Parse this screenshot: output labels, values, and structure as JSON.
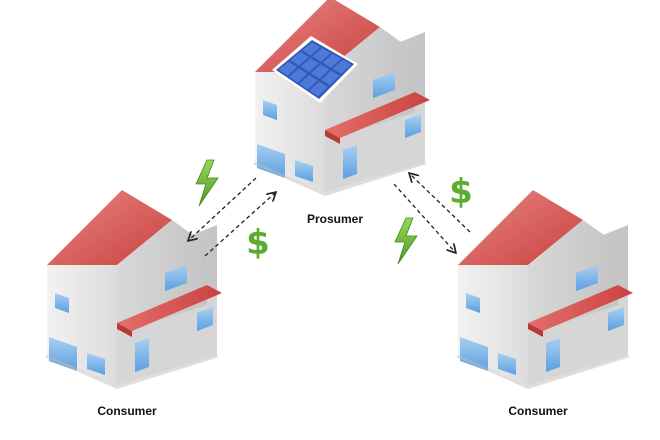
{
  "labels": {
    "prosumer": "Prosumer",
    "consumer_left": "Consumer",
    "consumer_right": "Consumer"
  },
  "icons": {
    "money": "$",
    "energy": "lightning-bolt-icon",
    "exchange": "bidirectional-dashed-arrow"
  },
  "colors": {
    "roof": "#d9534f",
    "roof_light": "#e57572",
    "wall_front": "#eaeaea",
    "wall_side": "#d3d3d3",
    "window": "#6aaae4",
    "solar_panel": "#2f58b8",
    "solar_cell": "#4f79d8",
    "money_green": "#5aad2e",
    "bolt_green": "#7cc242"
  }
}
